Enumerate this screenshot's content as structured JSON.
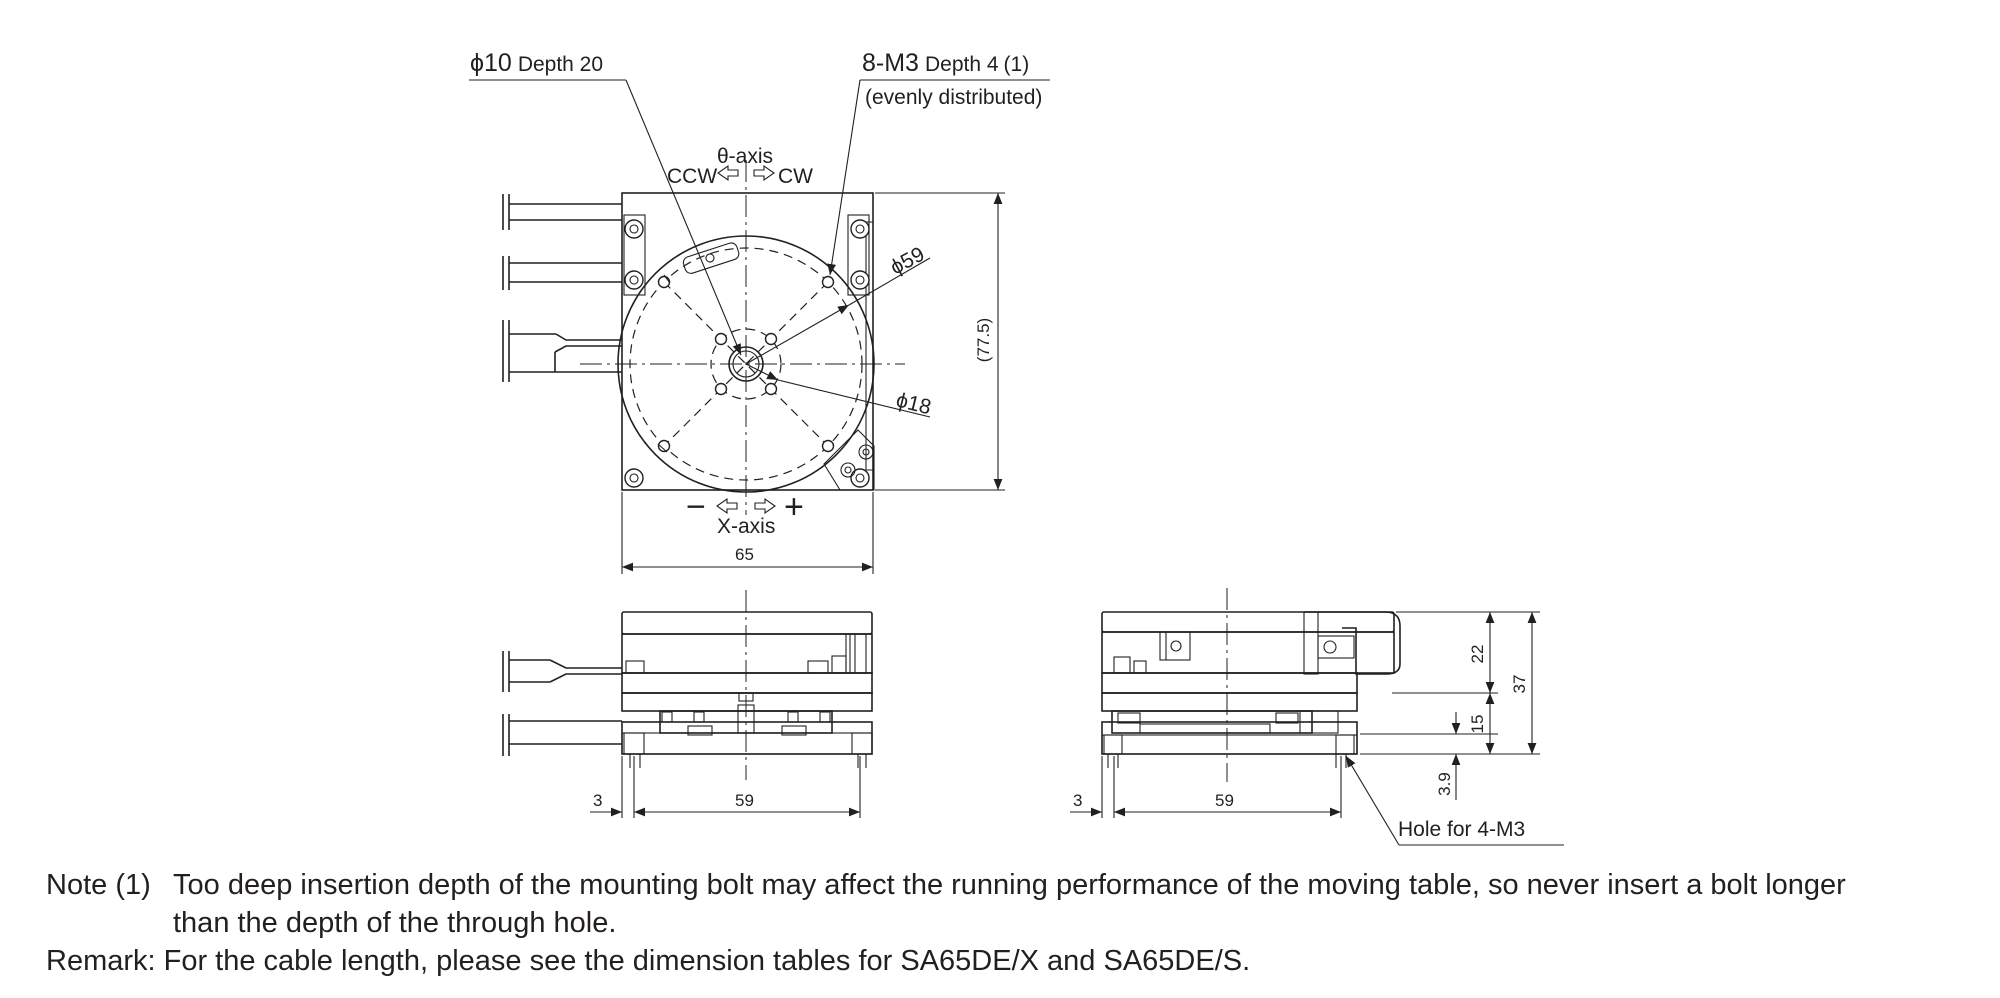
{
  "top_view": {
    "bore_callout": {
      "symbol": "ϕ10",
      "depth": "Depth 20"
    },
    "tap_callout": {
      "spec": "8-M3",
      "depth": "Depth 4",
      "note_ref": "(1)",
      "distribution": "(evenly distributed)"
    },
    "theta_axis": {
      "label": "θ-axis",
      "ccw": "CCW",
      "cw": "CW"
    },
    "x_axis": {
      "label": "X-axis",
      "minus": "−",
      "plus": "+"
    },
    "dims": {
      "pcd_outer": "ϕ59",
      "pcd_inner": "ϕ18",
      "height": "(77.5)",
      "width": "65"
    }
  },
  "front_view": {
    "dims": {
      "offset": "3",
      "pitch": "59"
    }
  },
  "side_view": {
    "dims": {
      "offset": "3",
      "pitch": "59",
      "upper": "22",
      "overall": "37",
      "mid": "15",
      "lower": "3.9"
    },
    "hole_callout": "Hole for 4-M3"
  },
  "notes": {
    "note_label": "Note (1)",
    "note_text_line1": "Too deep insertion depth of the mounting bolt may affect the running performance of the moving table, so never insert a bolt longer",
    "note_text_line2": "than the depth of the through hole.",
    "remark": "Remark: For the cable length, please see the dimension tables for SA65DE/X and SA65DE/S."
  }
}
